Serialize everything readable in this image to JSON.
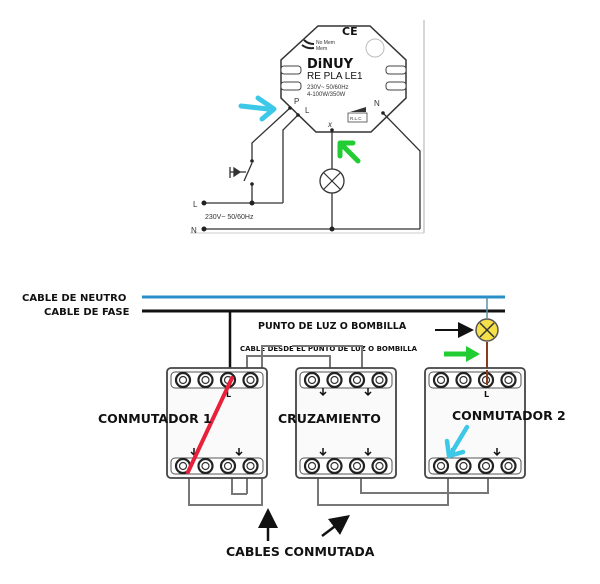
{
  "top_diagram": {
    "device": {
      "brand": "DiNUY",
      "model": "RE PLA LE1",
      "voltage": "230V~ 50/60Hz",
      "power": "4-100W/350W",
      "ce_mark": "CE",
      "mem_label_1": "No Mem",
      "mem_label_2": "Mem",
      "rlc_label": "R.L.C",
      "terminal_p": "P",
      "terminal_l": "L",
      "terminal_n": "N",
      "terminal_out": "x"
    },
    "supply": {
      "line_label": "L",
      "neutral_label": "N",
      "voltage_label": "230V~ 50/60Hz"
    },
    "arrow_colors": {
      "cyan": "#3cc8e6",
      "green": "#22cc33"
    }
  },
  "bottom_diagram": {
    "cable_neutro": "CABLE DE NEUTRO",
    "cable_fase": "CABLE DE FASE",
    "punto_luz": "PUNTO DE LUZ O BOMBILLA",
    "cable_desde": "CABLE DESDE EL PUNTO DE LUZ O BOMBILLA",
    "switch_1": "CONMUTADOR 1",
    "switch_mid": "CRUZAMIENTO",
    "switch_2": "CONMUTADOR 2",
    "cables_conmutada": "CABLES CONMUTADA",
    "terminal_l": "L",
    "colors": {
      "neutral": "#2a8fc8",
      "phase": "#111111",
      "red_wire": "#e8203a",
      "lamp": "#f5e04a",
      "brown_wire": "#8b3a1e"
    }
  }
}
